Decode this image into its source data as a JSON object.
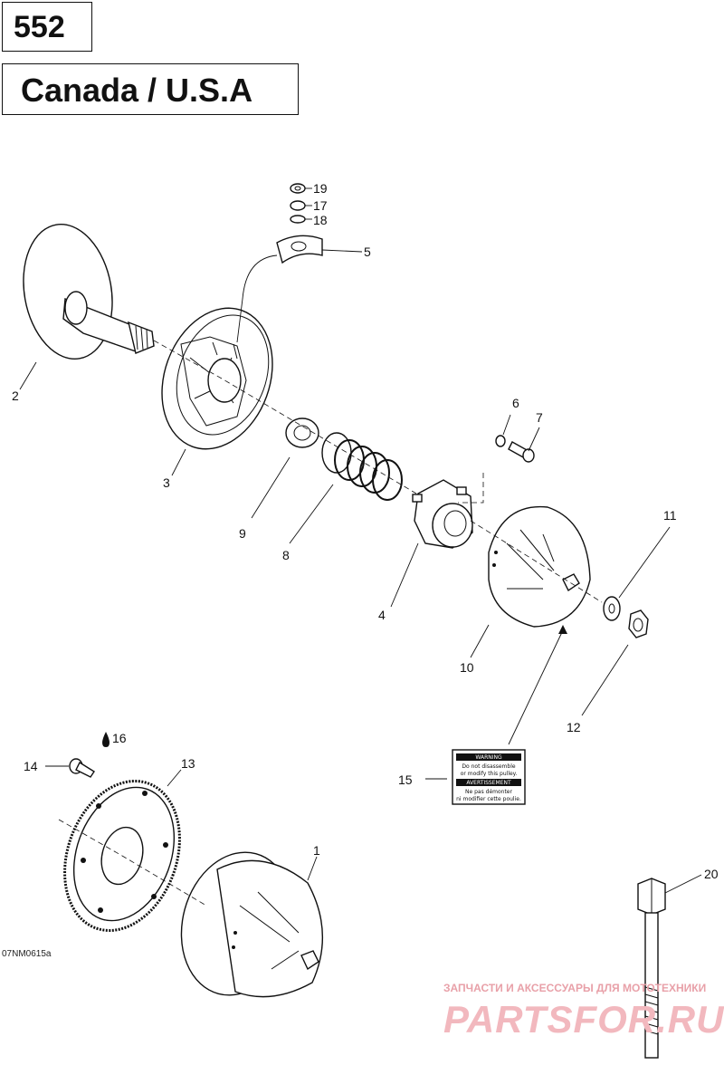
{
  "header": {
    "model": "552",
    "region": "Canada / U.S.A"
  },
  "callouts": {
    "c1": "1",
    "c2": "2",
    "c3": "3",
    "c4": "4",
    "c5": "5",
    "c6": "6",
    "c7": "7",
    "c8": "8",
    "c9": "9",
    "c10": "10",
    "c11": "11",
    "c12": "12",
    "c13": "13",
    "c14": "14",
    "c15": "15",
    "c16": "16",
    "c17": "17",
    "c18": "18",
    "c19": "19",
    "c20": "20"
  },
  "warning_label": {
    "line1": "WARNING",
    "line2": "Do not disassemble",
    "line3": "or modify this pulley.",
    "line4": "AVERTISSEMENT",
    "line5": "Ne pas démonter",
    "line6": "ni modifier cette poulie."
  },
  "drawing_ref": "07NM0615a",
  "watermark": {
    "line1": "ЗАПЧАСТИ И АКСЕССУАРЫ ДЛЯ МОТОТЕХНИКИ",
    "line2": "PARTSFOR.RU"
  }
}
